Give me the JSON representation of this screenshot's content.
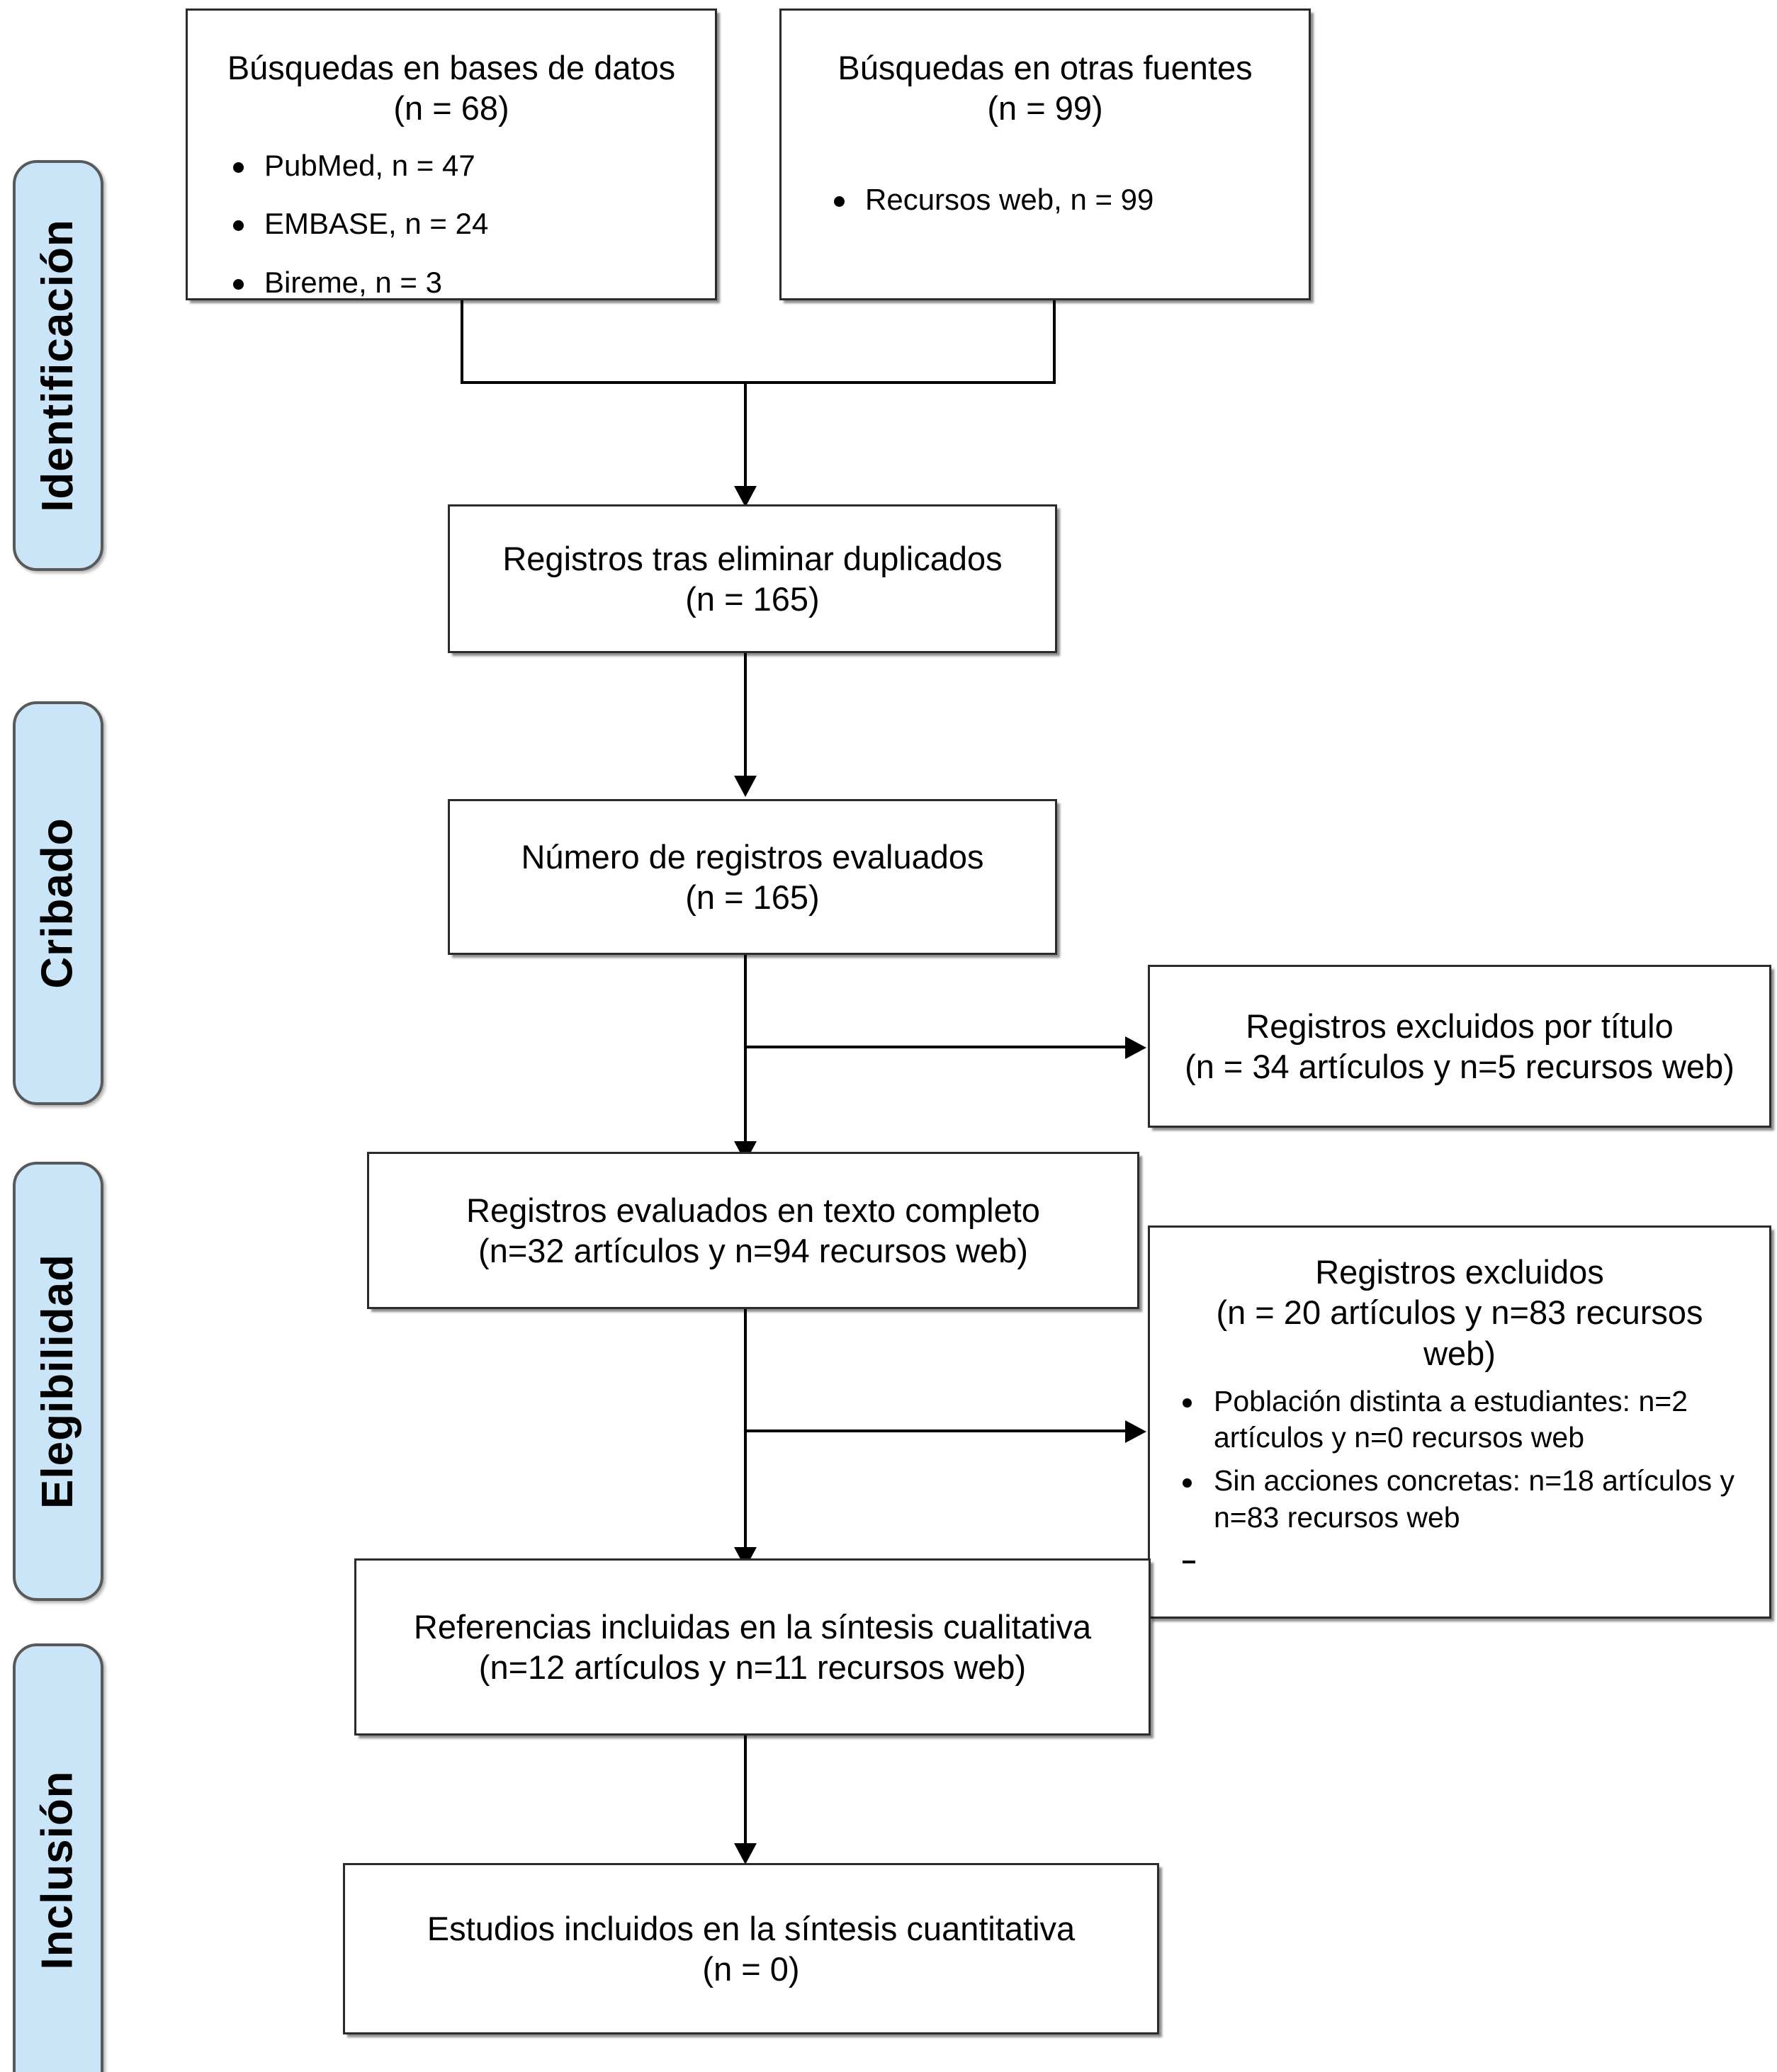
{
  "diagram": {
    "type": "PRISMA flow diagram",
    "language": "es"
  },
  "stages": [
    {
      "label": "Identificación"
    },
    {
      "label": "Cribado"
    },
    {
      "label": "Elegibilidad"
    },
    {
      "label": "Inclusión"
    }
  ],
  "nodes": {
    "db_search": {
      "title_line1": "Búsquedas en bases de datos",
      "title_line2": "(n = 68)",
      "bullets": [
        "PubMed, n = 47",
        "EMBASE, n = 24",
        "Bireme, n = 3"
      ]
    },
    "other_search": {
      "title_line1": "Búsquedas en otras fuentes",
      "title_line2": "(n = 99)",
      "bullets": [
        "Recursos web, n = 99"
      ]
    },
    "deduplicated": {
      "title_line1": "Registros tras eliminar duplicados",
      "title_line2": "(n = 165)"
    },
    "screened": {
      "title_line1": "Número de registros evaluados",
      "title_line2": "(n = 165)"
    },
    "excluded_title": {
      "title_line1": "Registros excluidos por título",
      "title_line2": "(n = 34 artículos y n=5 recursos web)"
    },
    "fulltext": {
      "title_line1": "Registros evaluados en texto completo",
      "title_line2": "(n=32 artículos y n=94 recursos web)"
    },
    "excluded_fulltext": {
      "title_line1": "Registros excluidos",
      "title_line2": "(n = 20 artículos y n=83 recursos",
      "title_line3": "web)",
      "bullets": [
        "Población distinta a estudiantes: n=2 artículos y n=0 recursos web",
        "Sin acciones concretas: n=18 artículos y n=83 recursos web",
        ""
      ]
    },
    "qualitative": {
      "title_line1": "Referencias incluidas en la síntesis cualitativa",
      "title_line2": "(n=12 artículos y n=11 recursos web)"
    },
    "quantitative": {
      "title_line1": "Estudios incluidos en la síntesis cuantitativa",
      "title_line2": "(n = 0)"
    }
  },
  "colors": {
    "stage_fill": "#c9e5f7",
    "stage_border": "#595959",
    "node_border": "#2b2b2b",
    "connector": "#000000",
    "background": "#ffffff"
  }
}
